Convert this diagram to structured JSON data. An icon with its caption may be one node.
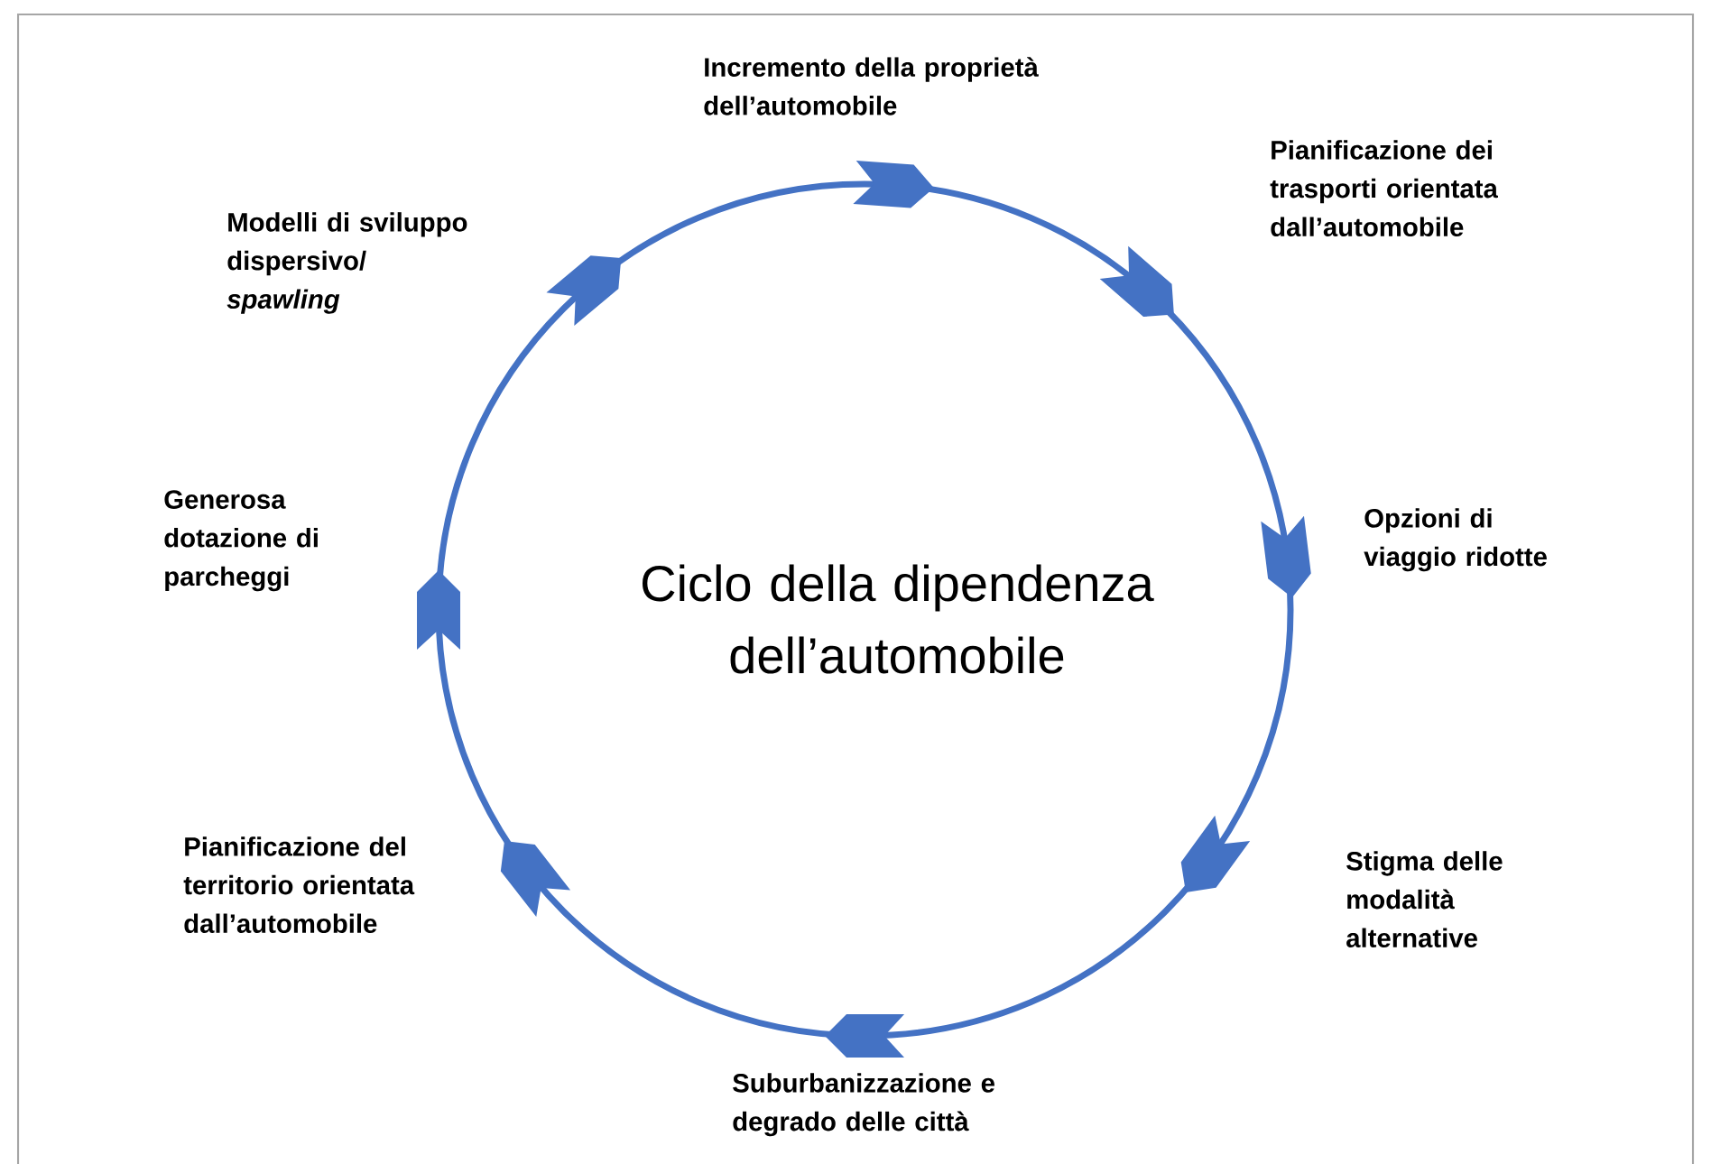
{
  "diagram": {
    "title": "Ciclo della dipendenza dell’automobile",
    "nodes": [
      {
        "text": [
          "Incremento della proprietà dell’automobile"
        ]
      },
      {
        "text": [
          "Pianificazione dei trasporti orientata dall’automobile"
        ]
      },
      {
        "text": [
          "Opzioni di viaggio ridotte"
        ]
      },
      {
        "text": [
          "Stigma delle modalità alternative"
        ]
      },
      {
        "text": [
          "Suburbanizzazione e degrado delle città"
        ]
      },
      {
        "text": [
          "Pianificazione del territorio orientata dall’automobile"
        ]
      },
      {
        "text": [
          "Generosa dotazione di parcheggi"
        ]
      },
      {
        "text": [
          "Modelli di sviluppo dispersivo/ *spawling*"
        ]
      }
    ]
  }
}
